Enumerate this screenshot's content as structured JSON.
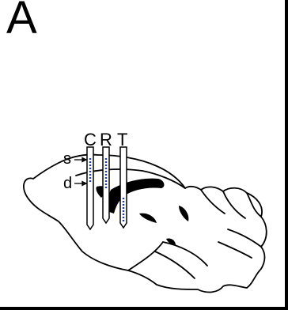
{
  "panel": {
    "label": "A"
  },
  "probes": [
    {
      "label": "C"
    },
    {
      "label": "R"
    },
    {
      "label": "T"
    }
  ],
  "depths": [
    {
      "label": "s"
    },
    {
      "label": "d"
    }
  ]
}
